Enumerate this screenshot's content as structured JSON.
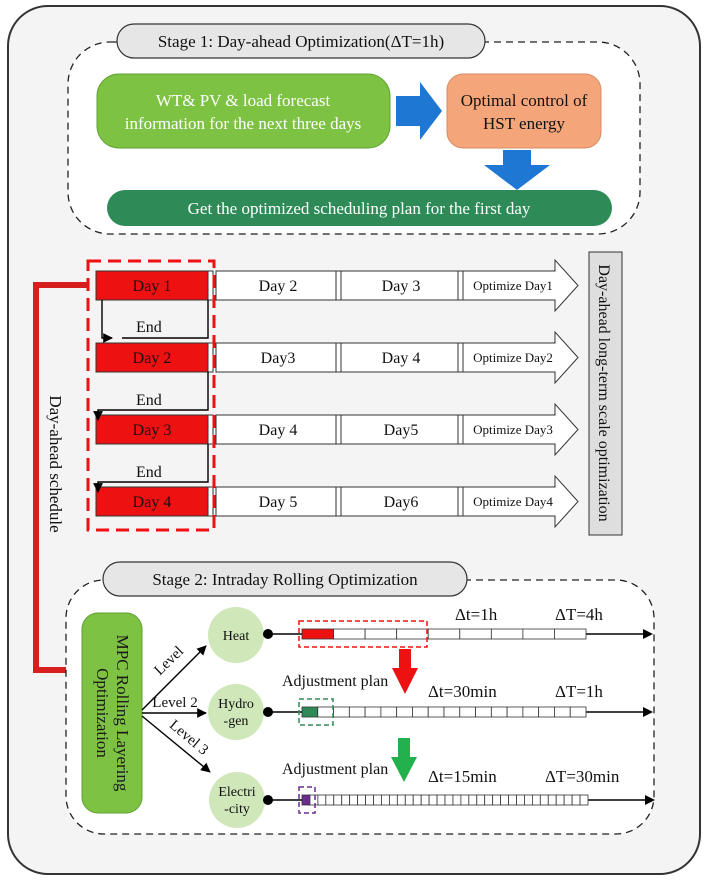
{
  "stage1": {
    "title": "Stage 1: Day-ahead Optimization(ΔT=1h)",
    "forecast_line1": "WT& PV & load forecast",
    "forecast_line2": "information for the next three days",
    "control_line1": "Optimal control of",
    "control_line2": "HST energy",
    "result": "Get the optimized scheduling plan for the first day"
  },
  "schedule": {
    "side_label": "Day-ahead schedule",
    "long_term_label": "Day-ahead long-term scale optimization",
    "end_label": "End",
    "rows": [
      {
        "cells": [
          "Day 1",
          "Day 2",
          "Day 3"
        ],
        "arrow": "Optimize Day1"
      },
      {
        "cells": [
          "Day 2",
          "Day3",
          "Day 4"
        ],
        "arrow": "Optimize Day2"
      },
      {
        "cells": [
          "Day 3",
          "Day 4",
          "Day5"
        ],
        "arrow": "Optimize Day3"
      },
      {
        "cells": [
          "Day 4",
          "Day 5",
          "Day6"
        ],
        "arrow": "Optimize Day4"
      }
    ]
  },
  "stage2": {
    "title": "Stage 2: Intraday Rolling Optimization",
    "mpc_line1": "MPC Rolling Layering",
    "mpc_line2": "Optimization",
    "levels": [
      {
        "branch": "Level",
        "node_line1": "Heat",
        "node_line2": "",
        "small_dt": "Δt=1h",
        "big_dt": "ΔT=4h",
        "adjust": ""
      },
      {
        "branch": "Level 2",
        "node_line1": "Hydro",
        "node_line2": "-gen",
        "small_dt": "Δt=30min",
        "big_dt": "ΔT=1h",
        "adjust": "Adjustment plan"
      },
      {
        "branch": "Level 3",
        "node_line1": "Electri",
        "node_line2": "-city",
        "small_dt": "Δt=15min",
        "big_dt": "ΔT=30min",
        "adjust": "Adjustment plan"
      }
    ]
  },
  "colors": {
    "red": "#ee1111",
    "dark_red": "#d62020",
    "green_box": "#7dc242",
    "dark_green": "#2e8b57",
    "orange": "#f4a57a",
    "blue": "#1f77d4",
    "node_green": "#cfe7b9",
    "gray_pill": "#e6e6e6",
    "frame_bg": "#f4f4f4",
    "purple": "#6a2c8f",
    "green_arrow": "#22b14c"
  }
}
